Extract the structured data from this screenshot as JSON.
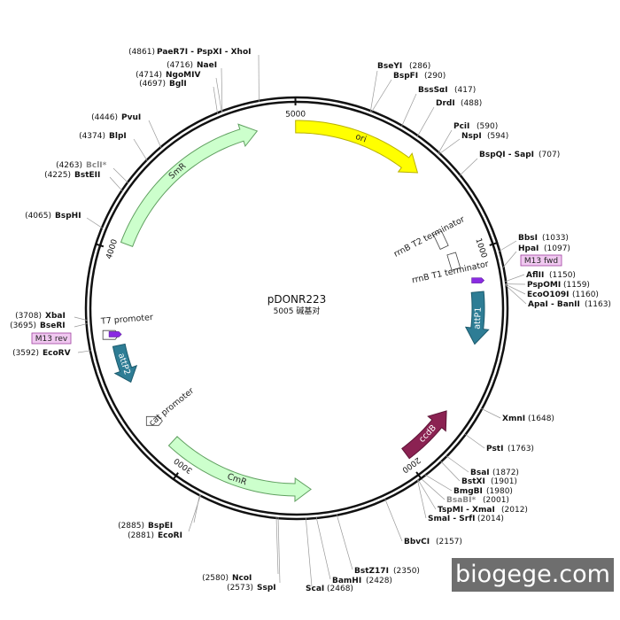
{
  "plasmid": {
    "name": "pDONR223",
    "length_label": "5005 碱基对",
    "total_bp": 5005
  },
  "ticks": [
    {
      "bp": 1000,
      "label": "1000"
    },
    {
      "bp": 2000,
      "label": "2000"
    },
    {
      "bp": 3000,
      "label": "3000"
    },
    {
      "bp": 4000,
      "label": "4000"
    },
    {
      "bp": 5000,
      "label": "5000"
    }
  ],
  "features": [
    {
      "id": "ori",
      "label": "ori",
      "start": 5000,
      "end": 580,
      "strand": "+",
      "color": "#ffff00",
      "stroke": "#b8b000"
    },
    {
      "id": "attP1",
      "label": "attP1",
      "start": 1180,
      "end": 1410,
      "strand": "+",
      "color": "#2e7d95",
      "stroke": "#1c5a6c"
    },
    {
      "id": "ccdB",
      "label": "ccdB",
      "start": 1730,
      "end": 1990,
      "strand": "-",
      "color": "#8b2252",
      "stroke": "#5e1537"
    },
    {
      "id": "CmR",
      "label": "CmR",
      "start": 2440,
      "end": 3100,
      "strand": "-",
      "color": "#ccffcc",
      "stroke": "#60a060"
    },
    {
      "id": "attP2",
      "label": "attP2",
      "start": 3420,
      "end": 3590,
      "strand": "-",
      "color": "#2e7d95",
      "stroke": "#1c5a6c"
    },
    {
      "id": "SmR",
      "label": "SmR",
      "start": 4040,
      "end": 4830,
      "strand": "+",
      "color": "#ccffcc",
      "stroke": "#60a060"
    }
  ],
  "terminators": [
    {
      "label": "rrnB T2 terminator",
      "bp": 900
    },
    {
      "label": "rrnB T1 terminator",
      "bp": 1020
    }
  ],
  "promoters": [
    {
      "label": "T7 promoter",
      "bp": 3640
    },
    {
      "label": "cat promoter",
      "bp": 3220
    }
  ],
  "primers": [
    {
      "label": "M13 fwd",
      "bp": 1130
    },
    {
      "label": "M13 rev",
      "bp": 3640
    }
  ],
  "sites": [
    {
      "name": "PaeR7I - PspXI - XhoI",
      "pos": "(4861)"
    },
    {
      "name": "NaeI",
      "pos": "(4716)"
    },
    {
      "name": "NgoMIV",
      "pos": "(4714)"
    },
    {
      "name": "BglI",
      "pos": "(4697)"
    },
    {
      "name": "PvuI",
      "pos": "(4446)"
    },
    {
      "name": "BlpI",
      "pos": "(4374)"
    },
    {
      "name": "BclI*",
      "pos": "(4263)"
    },
    {
      "name": "BstEII",
      "pos": "(4225)"
    },
    {
      "name": "BspHI",
      "pos": "(4065)"
    },
    {
      "name": "XbaI",
      "pos": "(3708)"
    },
    {
      "name": "BseRI",
      "pos": "(3695)"
    },
    {
      "name": "EcoRV",
      "pos": "(3592)"
    },
    {
      "name": "BseYI",
      "pos": "(286)"
    },
    {
      "name": "BspFI",
      "pos": "(290)"
    },
    {
      "name": "BssSαI",
      "pos": "(417)"
    },
    {
      "name": "DrdI",
      "pos": "(488)"
    },
    {
      "name": "PciI",
      "pos": "(590)"
    },
    {
      "name": "NspI",
      "pos": "(594)"
    },
    {
      "name": "BspQI - SapI",
      "pos": "(707)"
    },
    {
      "name": "BbsI",
      "pos": "(1033)"
    },
    {
      "name": "HpaI",
      "pos": "(1097)"
    },
    {
      "name": "AflII",
      "pos": "(1150)"
    },
    {
      "name": "PspOMI",
      "pos": "(1159)"
    },
    {
      "name": "EcoO109I",
      "pos": "(1160)"
    },
    {
      "name": "ApaI - BanII",
      "pos": "(1163)"
    },
    {
      "name": "XmnI",
      "pos": "(1648)"
    },
    {
      "name": "PstI",
      "pos": "(1763)"
    },
    {
      "name": "BsaI",
      "pos": "(1872)"
    },
    {
      "name": "BstXI",
      "pos": "(1901)"
    },
    {
      "name": "BmgBI",
      "pos": "(1980)"
    },
    {
      "name": "BsaBI*",
      "pos": "(2001)"
    },
    {
      "name": "TspMI - XmaI",
      "pos": "(2012)"
    },
    {
      "name": "SmaI - SrfI",
      "pos": "(2014)"
    },
    {
      "name": "BbvCI",
      "pos": "(2157)"
    },
    {
      "name": "BstZ17I",
      "pos": "(2350)"
    },
    {
      "name": "BamHI",
      "pos": "(2428)"
    },
    {
      "name": "ScaI",
      "pos": "(2468)"
    },
    {
      "name": "NcoI",
      "pos": "(2580)"
    },
    {
      "name": "SspI",
      "pos": "(2573)"
    },
    {
      "name": "BspEI",
      "pos": "(2885)"
    },
    {
      "name": "EcoRI",
      "pos": "(2881)"
    }
  ],
  "watermark": "biogege.com"
}
